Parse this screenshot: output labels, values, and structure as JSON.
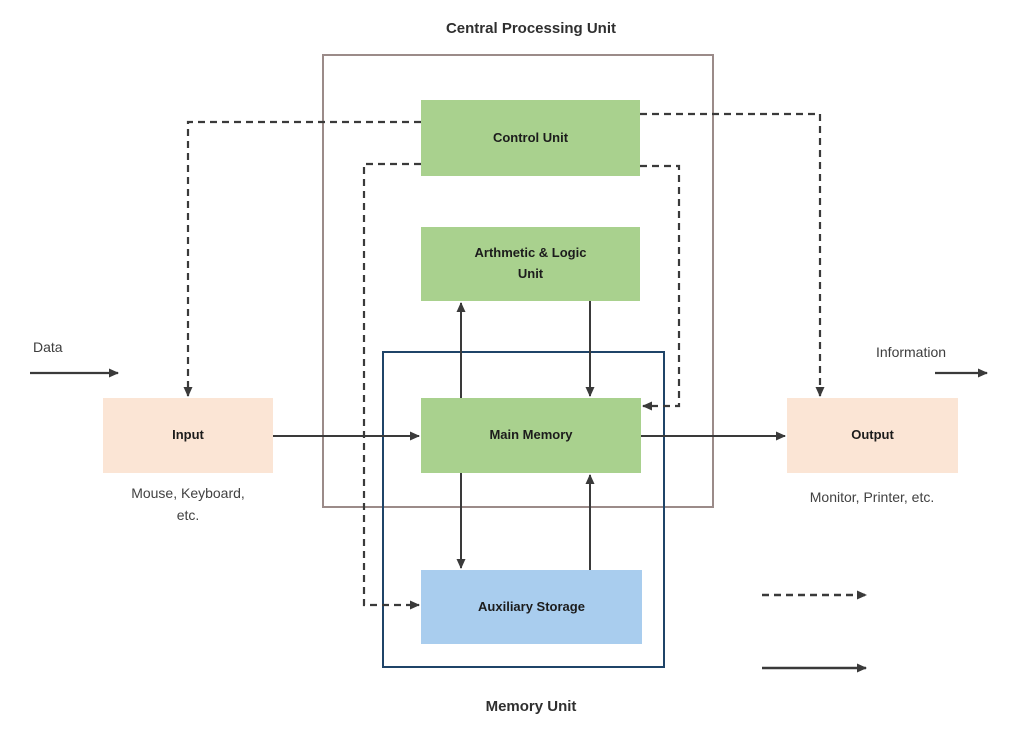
{
  "diagram": {
    "cpu_group": {
      "title": "Central Processing Unit"
    },
    "memory_group": {
      "title": "Memory Unit"
    },
    "nodes": {
      "control_unit": {
        "label": "Control Unit",
        "color": "#a9d18e"
      },
      "alu": {
        "label": "Arthmetic & Logic Unit",
        "color": "#a9d18e"
      },
      "main_memory": {
        "label": "Main Memory",
        "color": "#a9d18e"
      },
      "auxiliary_storage": {
        "label": "Auxiliary Storage",
        "color": "#a9cdee"
      },
      "input": {
        "label": "Input",
        "caption": "Mouse, Keyboard, etc.",
        "color": "#fbe5d5"
      },
      "output": {
        "label": "Output",
        "caption": "Monitor, Printer, etc.",
        "color": "#fbe5d5"
      }
    },
    "flows": {
      "data_label": "Data",
      "information_label": "Information"
    },
    "legend": {
      "dashed_arrow_icon": "dashed-arrow",
      "solid_arrow_icon": "solid-arrow"
    },
    "colors": {
      "node_green": "#a9d18e",
      "node_blue": "#a9cdee",
      "node_peach": "#fbe5d5",
      "cpu_border": "#9b8b89",
      "memory_border": "#1f4468",
      "arrow": "#3a3a3a",
      "caption_text": "#424242",
      "title_text": "#2f2f2f"
    }
  }
}
